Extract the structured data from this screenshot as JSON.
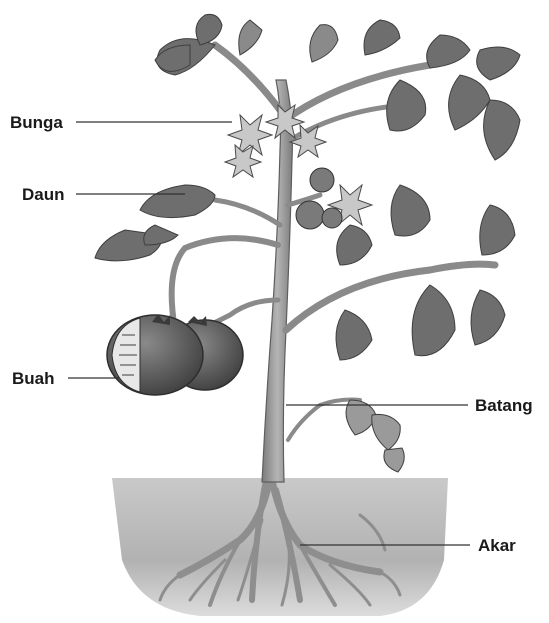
{
  "labels": {
    "bunga": "Bunga",
    "daun": "Daun",
    "buah": "Buah",
    "batang": "Batang",
    "akar": "Akar"
  },
  "colors": {
    "leaf": "#707070",
    "leaf_dark": "#4a4a4a",
    "stem": "#8c8c8c",
    "fruit": "#5c5c5c",
    "soil": "#b4b4b4",
    "root": "#9a9a9a",
    "line": "#333333"
  }
}
